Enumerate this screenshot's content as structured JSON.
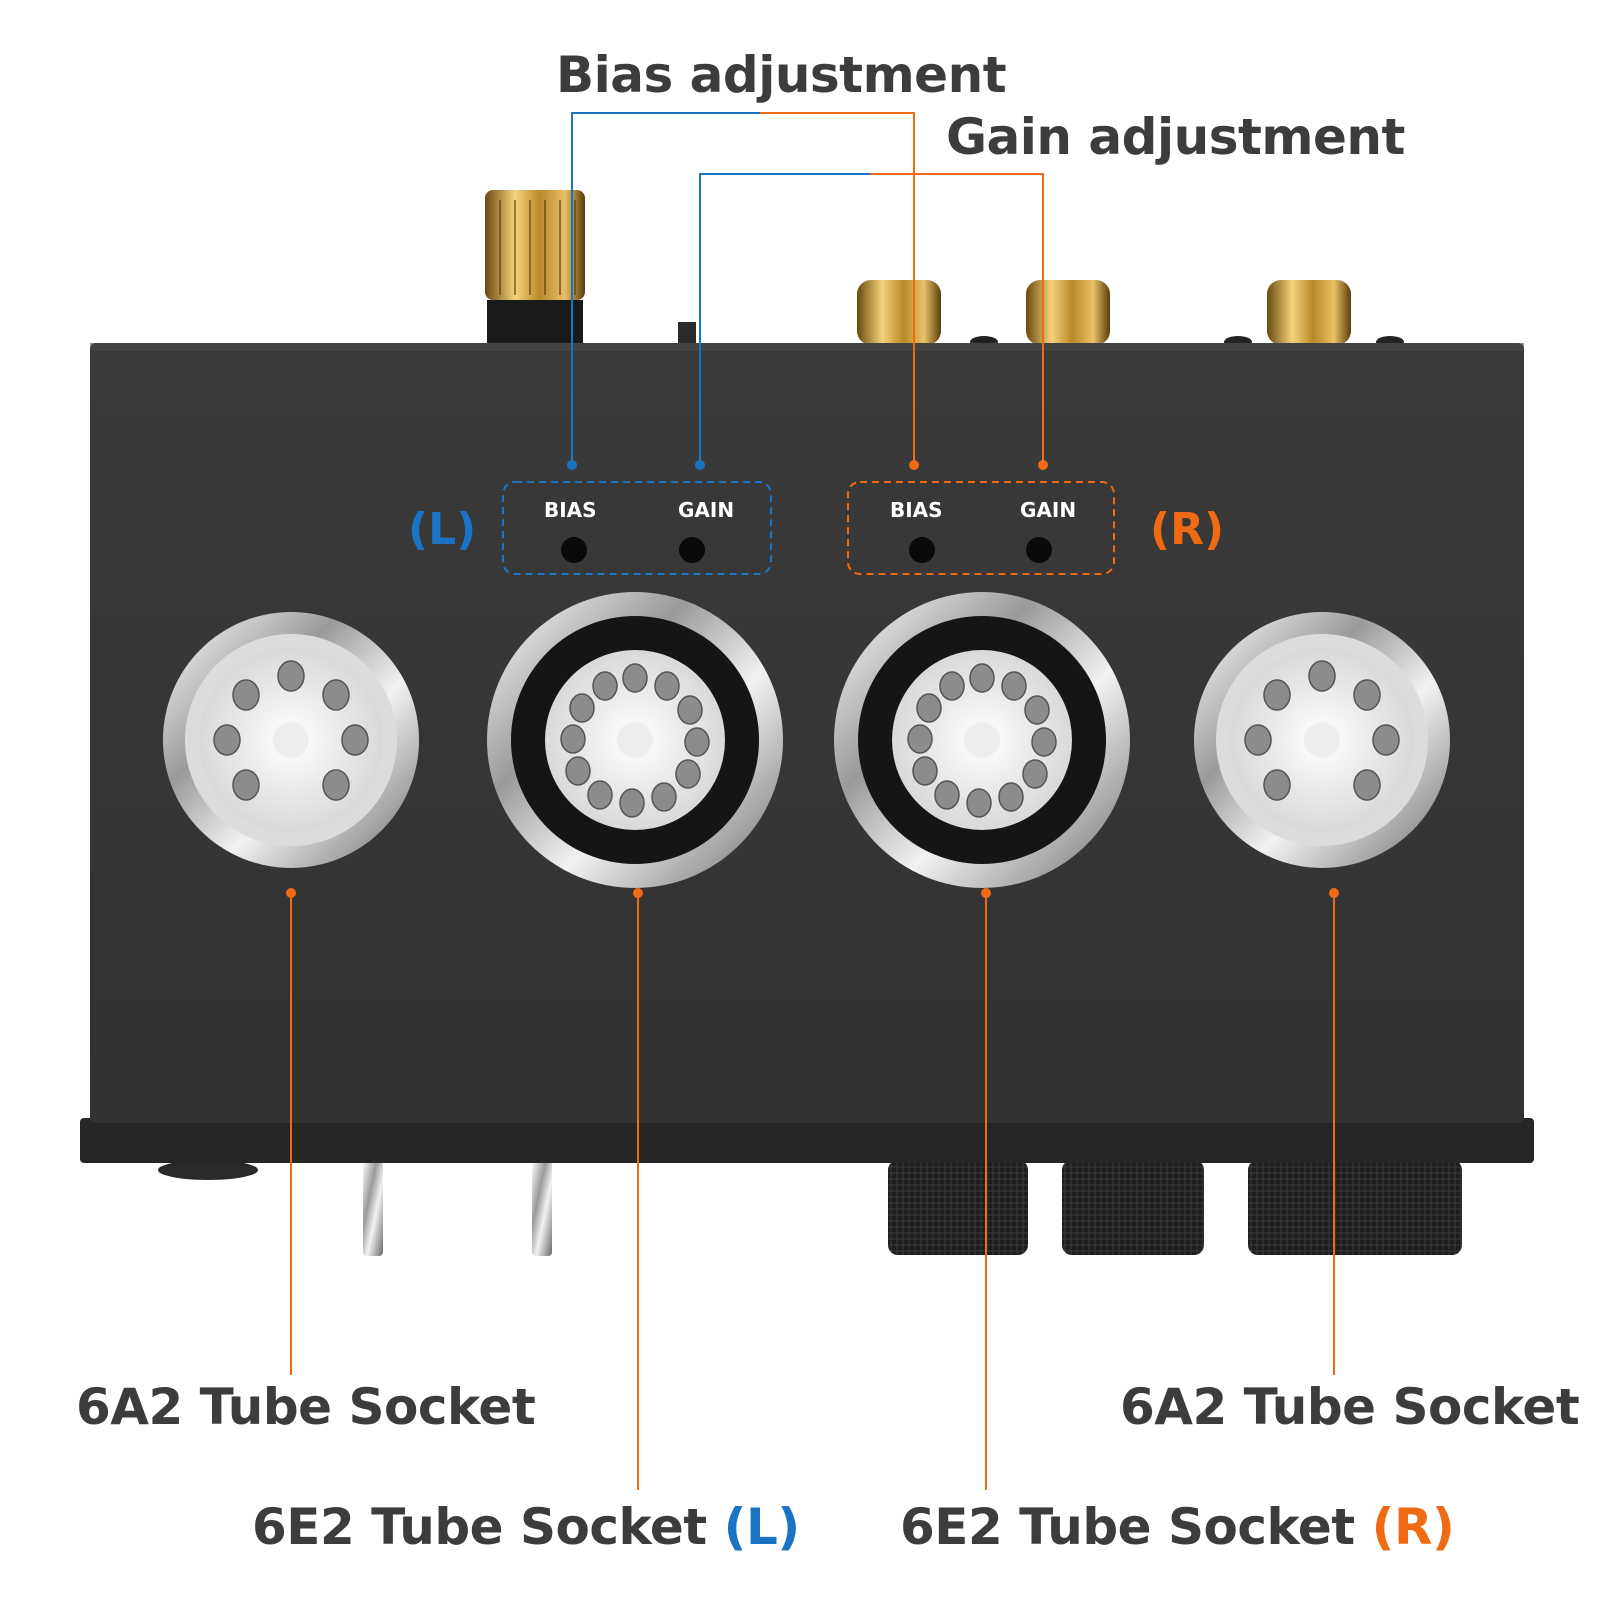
{
  "colors": {
    "left_channel": "#1b73c4",
    "right_channel": "#ef6a13",
    "chassis": "#353535",
    "label_text": "#3c3c3c",
    "panel_text": "#ffffff"
  },
  "callouts": {
    "bias_adjustment": "Bias adjustment",
    "gain_adjustment": "Gain adjustment",
    "socket_6a2_left": "6A2 Tube Socket",
    "socket_6a2_right": "6A2 Tube Socket",
    "socket_6e2_left": "6E2 Tube Socket",
    "socket_6e2_left_tag": "(L)",
    "socket_6e2_right": "6E2 Tube Socket",
    "socket_6e2_right_tag": "(R)"
  },
  "panel": {
    "left_tag": "(L)",
    "right_tag": "(R)",
    "left_bias": "BIAS",
    "left_gain": "GAIN",
    "right_bias": "BIAS",
    "right_gain": "GAIN"
  },
  "icons": {
    "binding_post": "gold-binding-post-icon",
    "rca_jack": "gold-rca-jack-icon",
    "tube_socket": "tube-socket-icon",
    "knob": "knurled-knob-icon",
    "toggle": "toggle-switch-icon",
    "trim_pot": "trim-pot-hole-icon"
  }
}
